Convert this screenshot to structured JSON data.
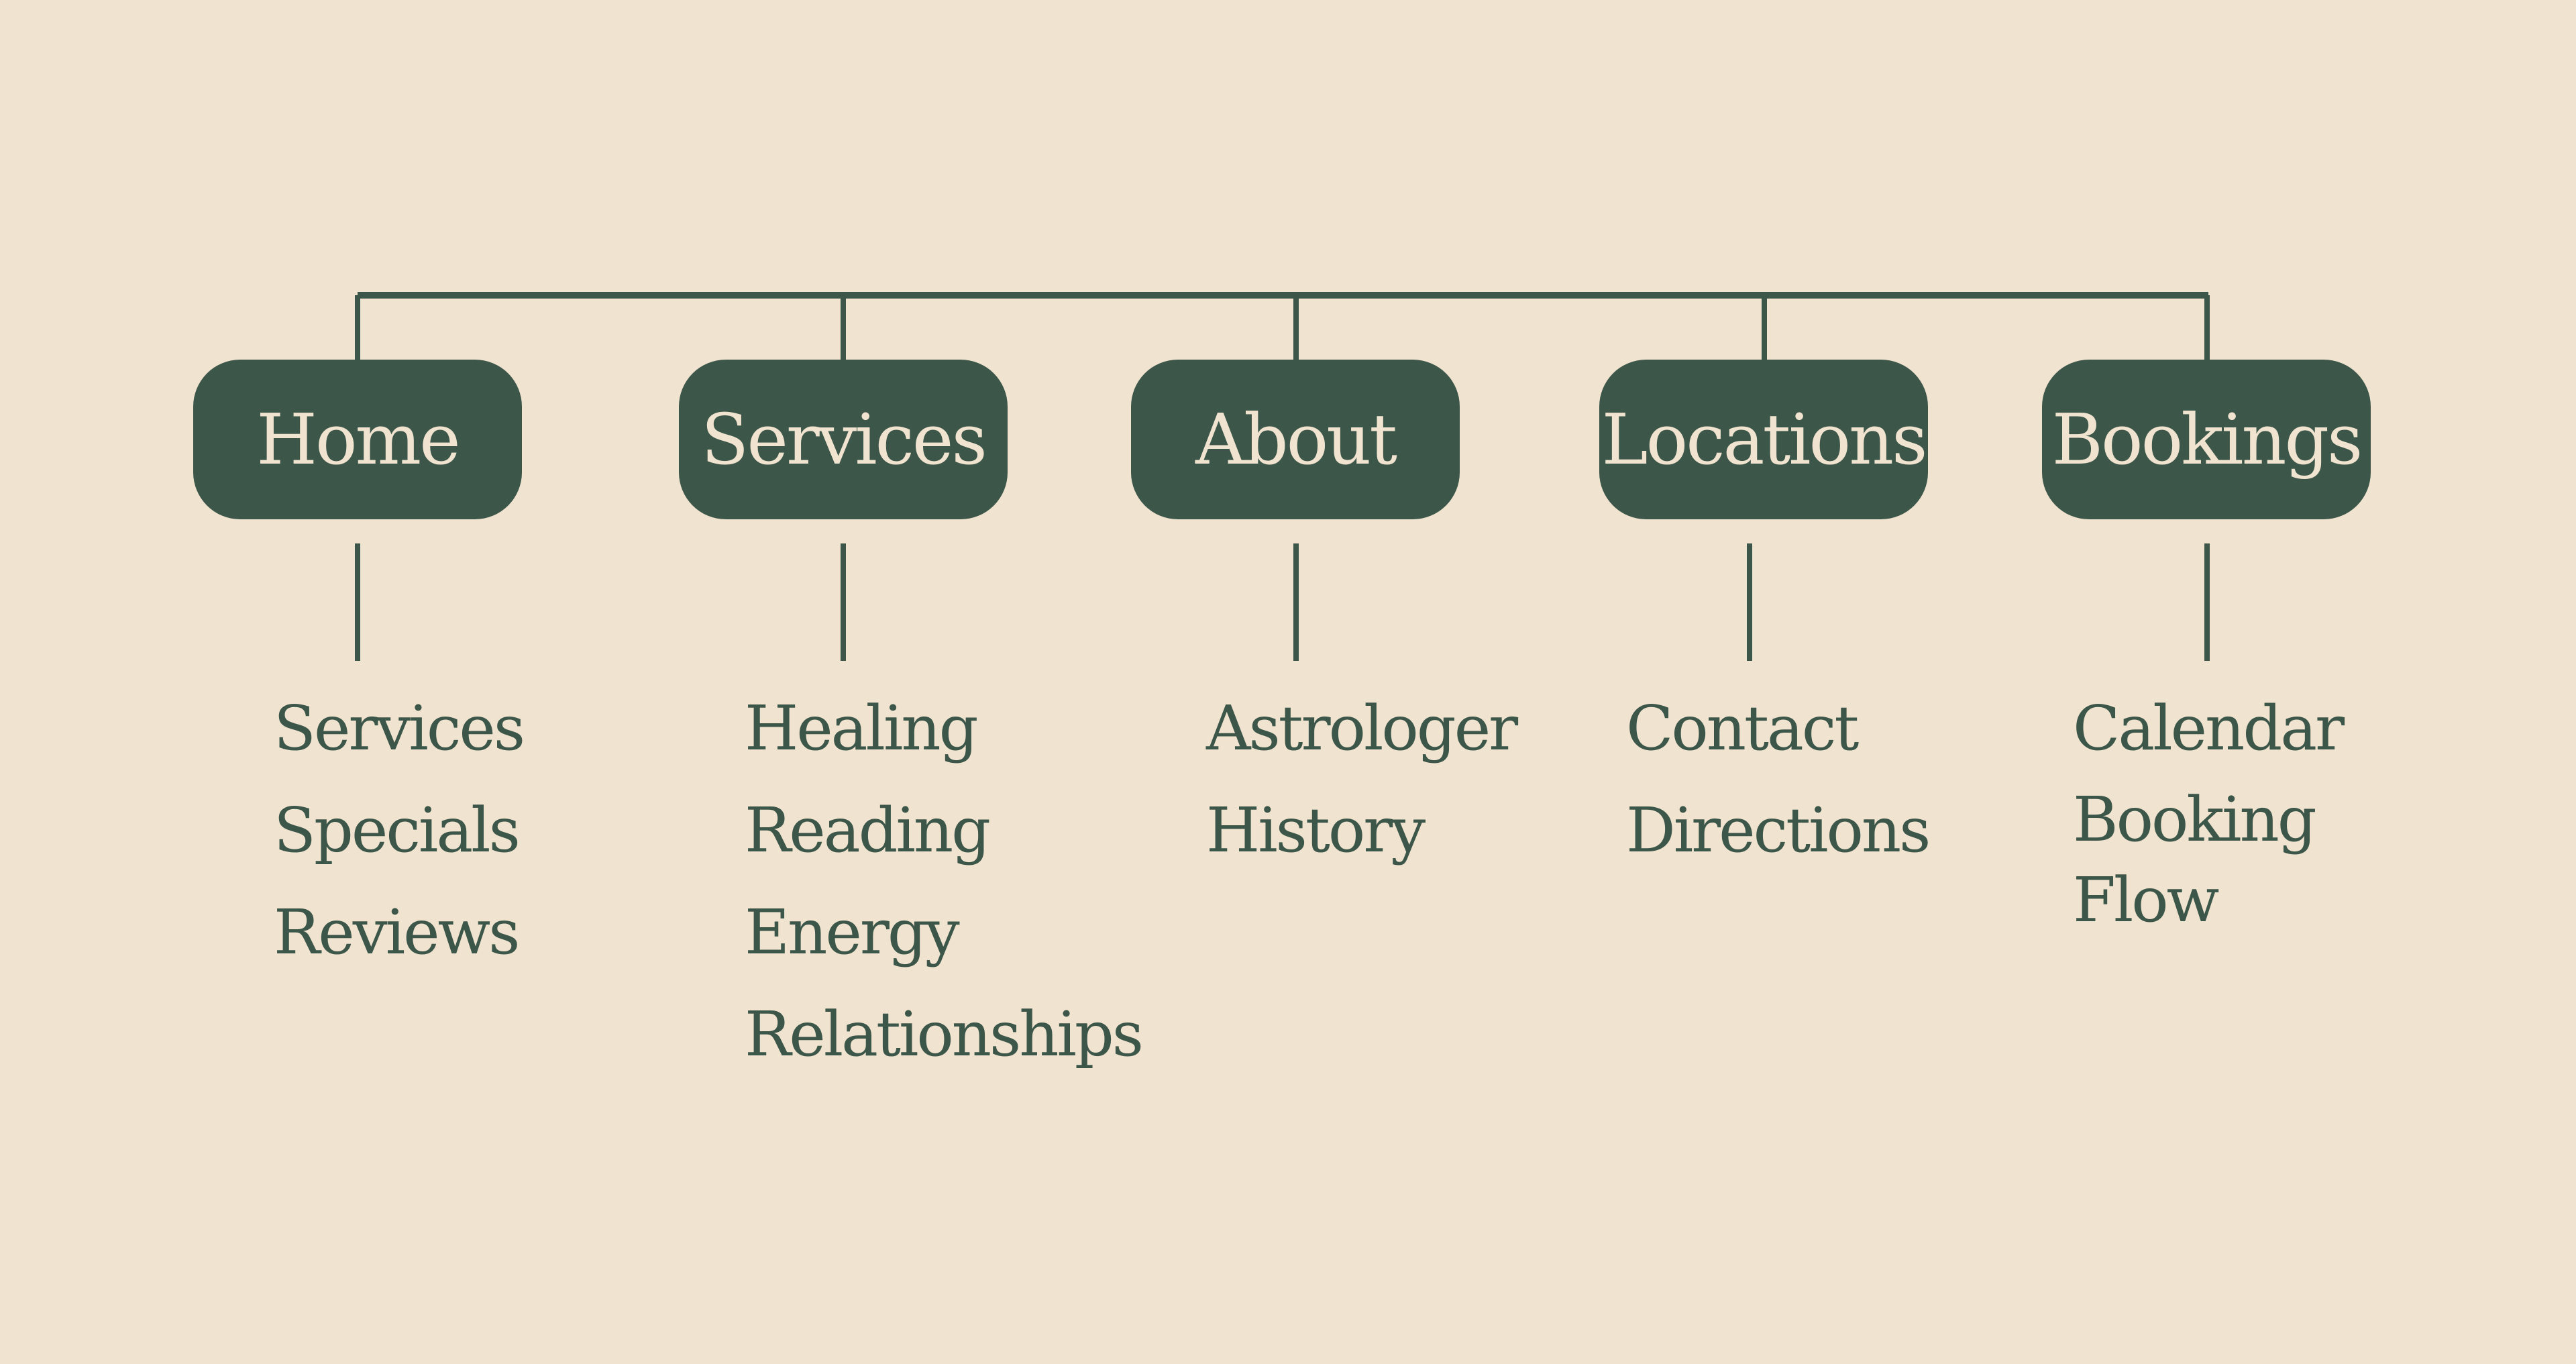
{
  "colors": {
    "background": "#f0e3cf",
    "node_fill": "#3c5649",
    "node_text": "#f0e3cf",
    "line": "#3c5649",
    "child_text": "#3c5649"
  },
  "nodes": [
    {
      "label": "Home",
      "children": [
        "Services",
        "Specials",
        "Reviews"
      ]
    },
    {
      "label": "Services",
      "children": [
        "Healing",
        "Reading",
        "Energy",
        "Relationships"
      ]
    },
    {
      "label": "About",
      "children": [
        "Astrologer",
        "History"
      ]
    },
    {
      "label": "Locations",
      "children": [
        "Contact",
        "Directions"
      ]
    },
    {
      "label": "Bookings",
      "children": [
        "Calendar",
        "Booking",
        "Flow"
      ]
    }
  ]
}
